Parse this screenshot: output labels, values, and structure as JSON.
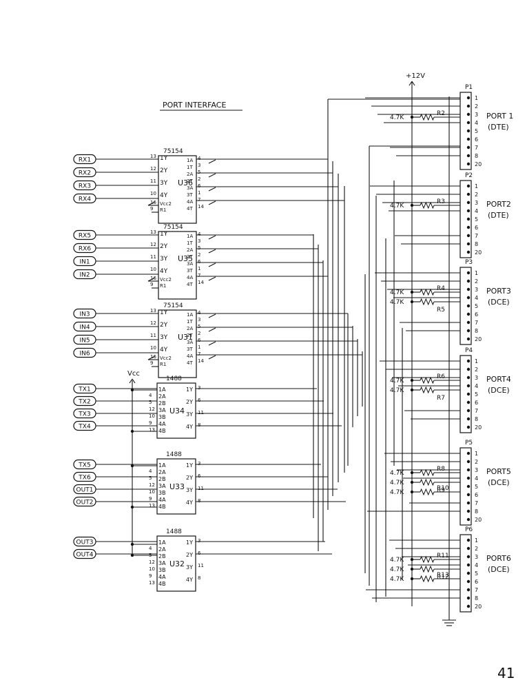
{
  "title": "PORT INTERFACE",
  "page_number": "41",
  "supply_label": "+12V",
  "vcc_label": "Vcc",
  "receiver_chips": [
    {
      "part": "75154",
      "ref": "U36",
      "signals": [
        "RX1",
        "RX2",
        "RX3",
        "RX4"
      ]
    },
    {
      "part": "75154",
      "ref": "U35",
      "signals": [
        "RX5",
        "RX6",
        "IN1",
        "IN2"
      ]
    },
    {
      "part": "75154",
      "ref": "U31",
      "signals": [
        "IN3",
        "IN4",
        "IN5",
        "IN6"
      ]
    }
  ],
  "receiver_left_pins": [
    "1Y",
    "2Y",
    "3Y",
    "4Y",
    "Vcc2",
    "R1"
  ],
  "receiver_left_nums": [
    "13",
    "12",
    "11",
    "10",
    "16",
    "9"
  ],
  "receiver_right_pins": [
    "1A",
    "1T",
    "2A",
    "2T",
    "3A",
    "3T",
    "4A",
    "4T"
  ],
  "receiver_right_nums": [
    "4",
    "3",
    "5",
    "2",
    "6",
    "1",
    "7",
    "14"
  ],
  "driver_chips": [
    {
      "part": "1488",
      "ref": "U34",
      "signals": [
        "TX1",
        "TX2",
        "TX3",
        "TX4"
      ]
    },
    {
      "part": "1488",
      "ref": "U33",
      "signals": [
        "TX5",
        "TX6",
        "OUT1",
        "OUT2"
      ]
    },
    {
      "part": "1488",
      "ref": "U32",
      "signals": [
        "OUT3",
        "OUT4"
      ]
    }
  ],
  "driver_left_pins": [
    "1A",
    "2A",
    "2B",
    "3A",
    "3B",
    "4A",
    "4B"
  ],
  "driver_left_nums": [
    "",
    "4",
    "5",
    "12",
    "10",
    "9",
    "13"
  ],
  "driver_right_pins": [
    "1Y",
    "2Y",
    "3Y",
    "4Y"
  ],
  "driver_right_nums": [
    "3",
    "6",
    "11",
    "8"
  ],
  "connectors": [
    {
      "ref": "P1",
      "port": "PORT 1",
      "mode": "(DTE)",
      "resistors": [
        {
          "value": "4.7K",
          "ref": "R2"
        }
      ]
    },
    {
      "ref": "P2",
      "port": "PORT2",
      "mode": "(DTE)",
      "resistors": [
        {
          "value": "4.7K",
          "ref": "R3"
        }
      ]
    },
    {
      "ref": "P3",
      "port": "PORT3",
      "mode": "(DCE)",
      "resistors": [
        {
          "value": "4.7K",
          "ref": "R4"
        },
        {
          "value": "4.7K",
          "ref": "R5"
        }
      ]
    },
    {
      "ref": "P4",
      "port": "PORT4",
      "mode": "(DCE)",
      "resistors": [
        {
          "value": "4.7K",
          "ref": "R6"
        },
        {
          "value": "4.7K",
          "ref": "R7"
        }
      ]
    },
    {
      "ref": "P5",
      "port": "PORT5",
      "mode": "(DCE)",
      "resistors": [
        {
          "value": "4.7K",
          "ref": "R8"
        },
        {
          "value": "4.7K",
          "ref": "R9"
        },
        {
          "value": "4.7K",
          "ref": "R10"
        }
      ]
    },
    {
      "ref": "P6",
      "port": "PORT6",
      "mode": "(DCE)",
      "resistors": [
        {
          "value": "4.7K",
          "ref": "R11"
        },
        {
          "value": "4.7K",
          "ref": "R12"
        },
        {
          "value": "4.7K",
          "ref": "R13"
        }
      ]
    }
  ],
  "connector_pins": [
    "1",
    "2",
    "3",
    "4",
    "5",
    "6",
    "7",
    "8",
    "20"
  ]
}
